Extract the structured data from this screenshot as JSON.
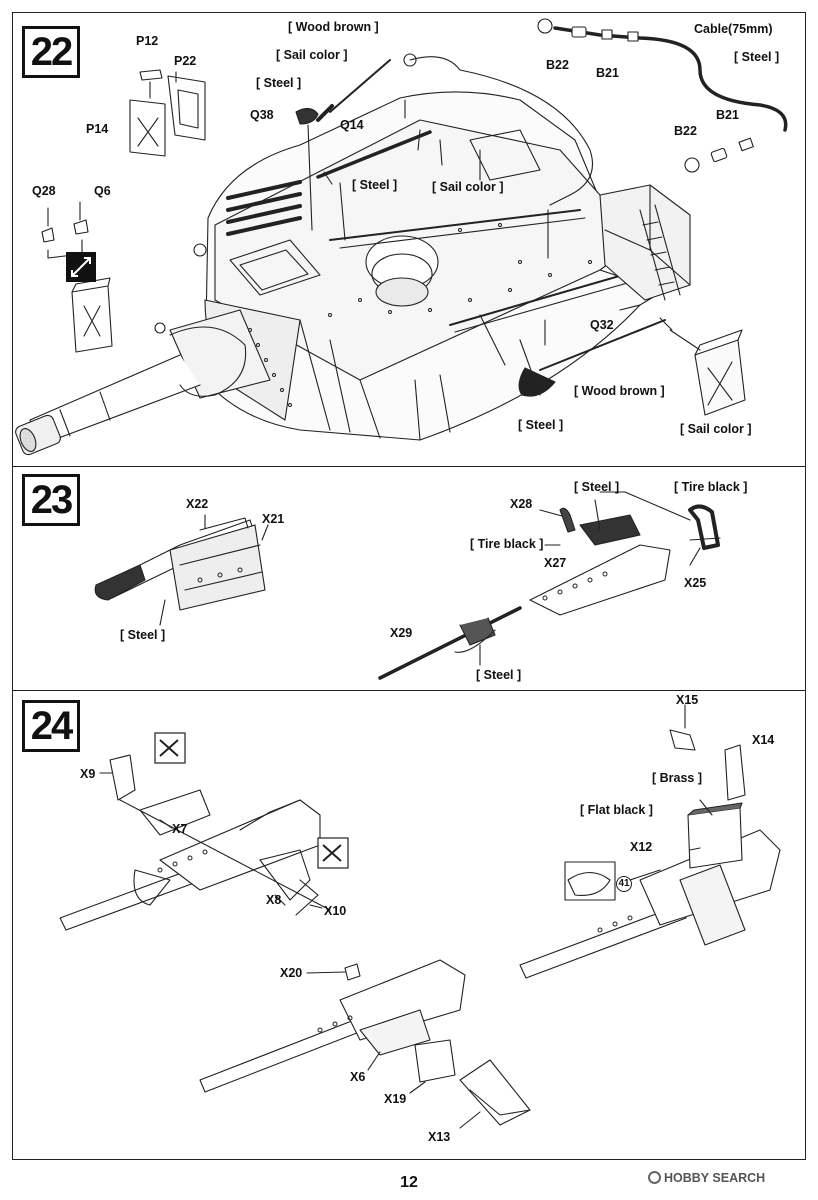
{
  "page_number": "12",
  "watermark": "HOBBY SEARCH",
  "steps": {
    "s22": {
      "number": "22",
      "parts": {
        "p12": "P12",
        "p22": "P22",
        "p14": "P14",
        "q28": "Q28",
        "q6": "Q6",
        "q38": "Q38",
        "q14": "Q14",
        "b22a": "B22",
        "b21a": "B21",
        "b22b": "B22",
        "b21b": "B21",
        "q32": "Q32",
        "cable": "Cable(75mm)"
      },
      "paints": {
        "wood_brown_top": "[ Wood brown ]",
        "sail_color_top": "[ Sail color ]",
        "steel_q38": "[ Steel ]",
        "steel_q14": "[ Steel ]",
        "sail_color_q14": "[ Sail color ]",
        "steel_cable": "[ Steel ]",
        "wood_brown_q32": "[ Wood brown ]",
        "steel_q32": "[ Steel ]",
        "sail_color_can": "[ Sail color ]"
      }
    },
    "s23": {
      "number": "23",
      "parts": {
        "x22": "X22",
        "x21": "X21",
        "x28": "X28",
        "x27": "X27",
        "x25": "X25",
        "x29": "X29"
      },
      "paints": {
        "steel_left": "[ Steel ]",
        "steel_top": "[ Steel ]",
        "tire_black_top": "[ Tire black ]",
        "tire_black_left": "[ Tire black ]",
        "steel_bottom": "[ Steel ]"
      }
    },
    "s24": {
      "number": "24",
      "parts": {
        "x9": "X9",
        "x7": "X7",
        "x8": "X8",
        "x10": "X10",
        "x15": "X15",
        "x14": "X14",
        "x12": "X12",
        "x20": "X20",
        "x6": "X6",
        "x19": "X19",
        "x13": "X13"
      },
      "paints": {
        "brass": "[ Brass ]",
        "flat_black": "[ Flat black ]"
      },
      "ref_number": "41"
    }
  },
  "icons": [
    "no-glue-icon",
    "no-glue-icon",
    "flip-arrow-icon",
    "jerrycan-inset-icon"
  ]
}
